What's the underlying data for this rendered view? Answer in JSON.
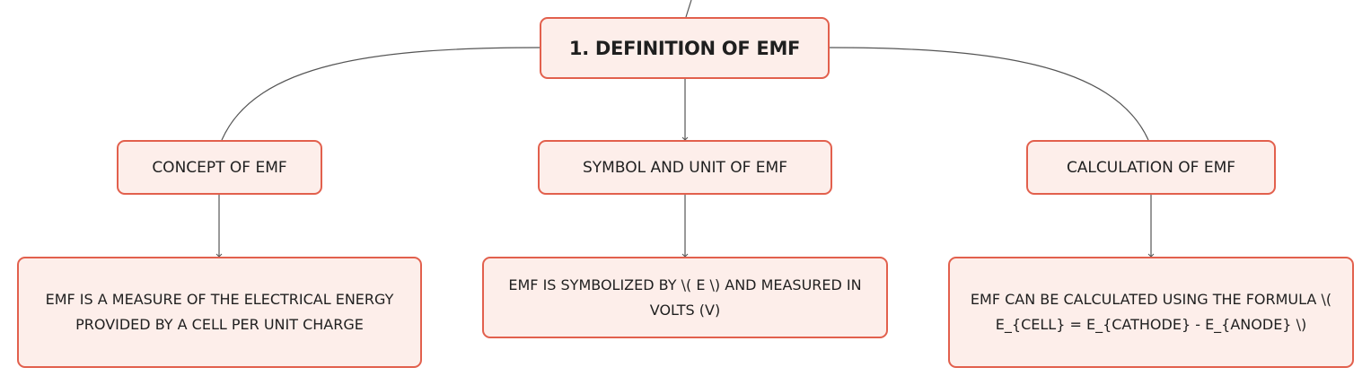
{
  "theme": {
    "node_fill": "#fdeeea",
    "node_border": "#e2604d",
    "connector": "#555555"
  },
  "root": {
    "label": "1. DEFINITION OF EMF"
  },
  "branches": [
    {
      "label": "CONCEPT OF EMF",
      "detail": "EMF IS A MEASURE OF THE ELECTRICAL ENERGY PROVIDED BY A CELL PER UNIT CHARGE"
    },
    {
      "label": "SYMBOL AND UNIT OF EMF",
      "detail": "EMF IS SYMBOLIZED BY \\( E \\) AND MEASURED IN VOLTS (V)"
    },
    {
      "label": "CALCULATION OF EMF",
      "detail": "EMF CAN BE CALCULATED USING THE FORMULA \\( E_{CELL} = E_{CATHODE} - E_{ANODE} \\)"
    }
  ]
}
